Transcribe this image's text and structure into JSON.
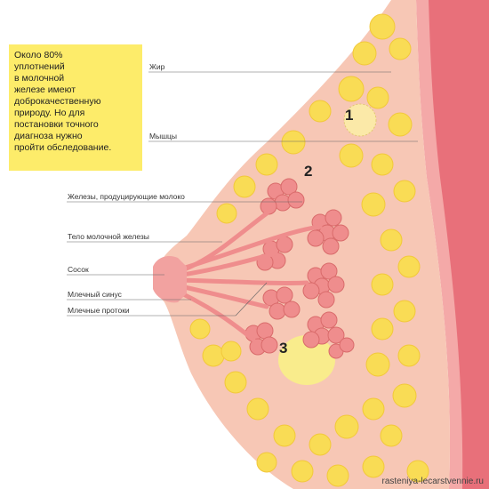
{
  "note": {
    "text": "Около 80%\nуплотнений\nв молочной\nжелезе имеют\nдоброкачественную\nприроду. Но для\nпостановки точного\nдиагноза нужно\nпройти обследование."
  },
  "labels": {
    "fat": "Жир",
    "muscles": "Мышцы",
    "glands": "Железы, продуцирующие молоко",
    "body": "Тело молочной железы",
    "nipple": "Сосок",
    "sinus": "Млечный синус",
    "ducts": "Млечные протоки"
  },
  "markers": [
    "1",
    "2",
    "3"
  ],
  "footer": "rasteniya-lecarstvennie.ru",
  "colors": {
    "chest_wall": "#e8707a",
    "chest_wall_light": "#f4a9a8",
    "breast_skin": "#f7c7b5",
    "fat_lobule": "#f9dc55",
    "gland": "#ef8d8d",
    "note_bg": "#fdec6a"
  }
}
